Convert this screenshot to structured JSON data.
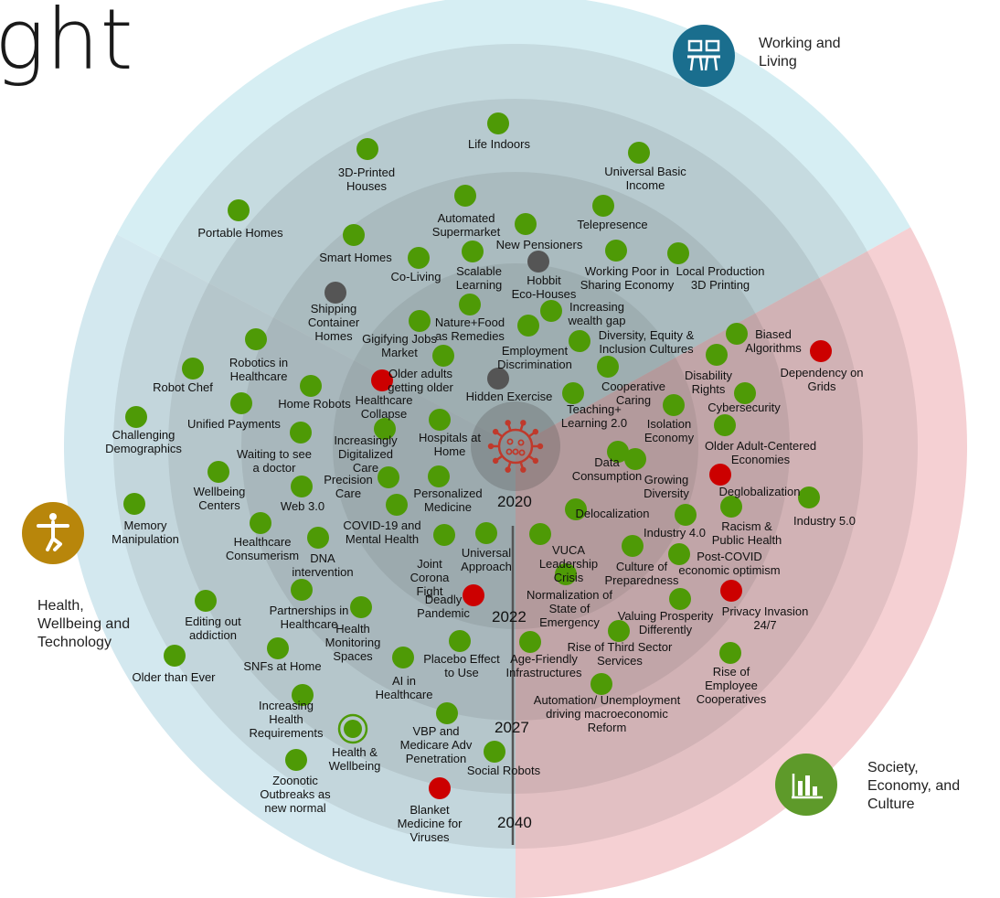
{
  "title": "ght",
  "years": [
    "2020",
    "2022",
    "2027",
    "2040"
  ],
  "categories": [
    {
      "id": "working",
      "label_lines": [
        "Working and",
        "Living"
      ],
      "color": "#1a6e8e",
      "icon": "people-at-desk-icon"
    },
    {
      "id": "health",
      "label_lines": [
        "Health,",
        "Wellbeing and",
        "Technology"
      ],
      "color": "#b8860b",
      "icon": "person-exercise-icon"
    },
    {
      "id": "society",
      "label_lines": [
        "Society,",
        "Economy, and",
        "Culture"
      ],
      "color": "#5e9a2a",
      "icon": "bar-chart-icon"
    }
  ],
  "colors": {
    "green": "#4e9a06",
    "red": "#cc0000",
    "gray": "#555555",
    "working_band": "#d6eef3",
    "health_band": "#d3e8ef",
    "society_band": "#f5d0d3",
    "virus": "#c0392b"
  },
  "trends": [
    {
      "label": "Life Indoors",
      "status": "green"
    },
    {
      "label": "3D-Printed Houses",
      "status": "green"
    },
    {
      "label": "Universal Basic Income",
      "status": "green"
    },
    {
      "label": "Automated Supermarket",
      "status": "green"
    },
    {
      "label": "Telepresence",
      "status": "green"
    },
    {
      "label": "Portable Homes",
      "status": "green"
    },
    {
      "label": "Smart Homes",
      "status": "green"
    },
    {
      "label": "New Pensioners",
      "status": "green"
    },
    {
      "label": "Co-Living",
      "status": "green"
    },
    {
      "label": "Scalable Learning",
      "status": "green"
    },
    {
      "label": "Hobbit Eco-Houses",
      "status": "gray"
    },
    {
      "label": "Working Poor in Sharing Economy",
      "status": "green"
    },
    {
      "label": "Local Production 3D Printing",
      "status": "green"
    },
    {
      "label": "Shipping Container Homes",
      "status": "gray"
    },
    {
      "label": "Increasing wealth gap",
      "status": "green"
    },
    {
      "label": "Nature+Food as Remedies",
      "status": "green"
    },
    {
      "label": "Gigifying Jobs Market",
      "status": "green"
    },
    {
      "label": "Employment Discrimination",
      "status": "green"
    },
    {
      "label": "Diversity, Equity & Inclusion Cultures",
      "status": "green"
    },
    {
      "label": "Biased Algorithms",
      "status": "green"
    },
    {
      "label": "Dependency on Grids",
      "status": "red"
    },
    {
      "label": "Robotics in Healthcare",
      "status": "green"
    },
    {
      "label": "Robot Chef",
      "status": "green"
    },
    {
      "label": "Older adults getting older",
      "status": "green"
    },
    {
      "label": "Disability Rights",
      "status": "green"
    },
    {
      "label": "Cooperative Caring",
      "status": "green"
    },
    {
      "label": "Hidden Exercise",
      "status": "gray"
    },
    {
      "label": "Home Robots",
      "status": "green"
    },
    {
      "label": "Healthcare Collapse",
      "status": "red"
    },
    {
      "label": "Teaching+ Learning 2.0",
      "status": "green"
    },
    {
      "label": "Cybersecurity",
      "status": "green"
    },
    {
      "label": "Unified Payments",
      "status": "green"
    },
    {
      "label": "Challenging Demographics",
      "status": "green"
    },
    {
      "label": "Isolation Economy",
      "status": "green"
    },
    {
      "label": "Increasingly Digitalized Care",
      "status": "green"
    },
    {
      "label": "Hospitals at Home",
      "status": "green"
    },
    {
      "label": "Waiting to see a doctor",
      "status": "green"
    },
    {
      "label": "Older Adult-Centered Economies",
      "status": "green"
    },
    {
      "label": "Data Consumption",
      "status": "green"
    },
    {
      "label": "Wellbeing Centers",
      "status": "green"
    },
    {
      "label": "Precision Care",
      "status": "green"
    },
    {
      "label": "Personalized Medicine",
      "status": "green"
    },
    {
      "label": "Growing Diversity",
      "status": "green"
    },
    {
      "label": "Deglobalization",
      "status": "red"
    },
    {
      "label": "Web 3.0",
      "status": "green"
    },
    {
      "label": "Industry 5.0",
      "status": "green"
    },
    {
      "label": "Memory Manipulation",
      "status": "green"
    },
    {
      "label": "COVID-19 and Mental Health",
      "status": "green"
    },
    {
      "label": "Delocalization",
      "status": "green"
    },
    {
      "label": "Racism & Public Health",
      "status": "green"
    },
    {
      "label": "Healthcare Consumerism",
      "status": "green"
    },
    {
      "label": "DNA intervention",
      "status": "green"
    },
    {
      "label": "Joint Corona Fight",
      "status": "green"
    },
    {
      "label": "Universal Approach",
      "status": "green"
    },
    {
      "label": "VUCA Leadership Crisis",
      "status": "green"
    },
    {
      "label": "Industry 4.0",
      "status": "green"
    },
    {
      "label": "Culture of Preparedness",
      "status": "green"
    },
    {
      "label": "Post-COVID economic optimism",
      "status": "green"
    },
    {
      "label": "Partnerships in Healthcare",
      "status": "green"
    },
    {
      "label": "Deadly Pandemic",
      "status": "red"
    },
    {
      "label": "Normalization of State of Emergency",
      "status": "green"
    },
    {
      "label": "Privacy Invasion 24/7",
      "status": "red"
    },
    {
      "label": "Editing out addiction",
      "status": "green"
    },
    {
      "label": "Health Monitoring Spaces",
      "status": "green"
    },
    {
      "label": "Valuing Prosperity Differently",
      "status": "green"
    },
    {
      "label": "Older than Ever",
      "status": "green"
    },
    {
      "label": "SNFs at Home",
      "status": "green"
    },
    {
      "label": "Placebo Effect to Use",
      "status": "green"
    },
    {
      "label": "Age-Friendly Infrastructures",
      "status": "green"
    },
    {
      "label": "Rise of Third Sector Services",
      "status": "green"
    },
    {
      "label": "Rise of Employee Cooperatives",
      "status": "green"
    },
    {
      "label": "AI in Healthcare",
      "status": "green"
    },
    {
      "label": "Automation/ Unemployment driving macroeconomic Reform",
      "status": "green"
    },
    {
      "label": "Increasing Health Requirements",
      "status": "green"
    },
    {
      "label": "Health & Wellbeing",
      "status": "ring"
    },
    {
      "label": "VBP and Medicare Adv Penetration",
      "status": "green"
    },
    {
      "label": "Social Robots",
      "status": "green"
    },
    {
      "label": "Zoonotic Outbreaks as new normal",
      "status": "green"
    },
    {
      "label": "Blanket Medicine for Viruses",
      "status": "red"
    }
  ]
}
